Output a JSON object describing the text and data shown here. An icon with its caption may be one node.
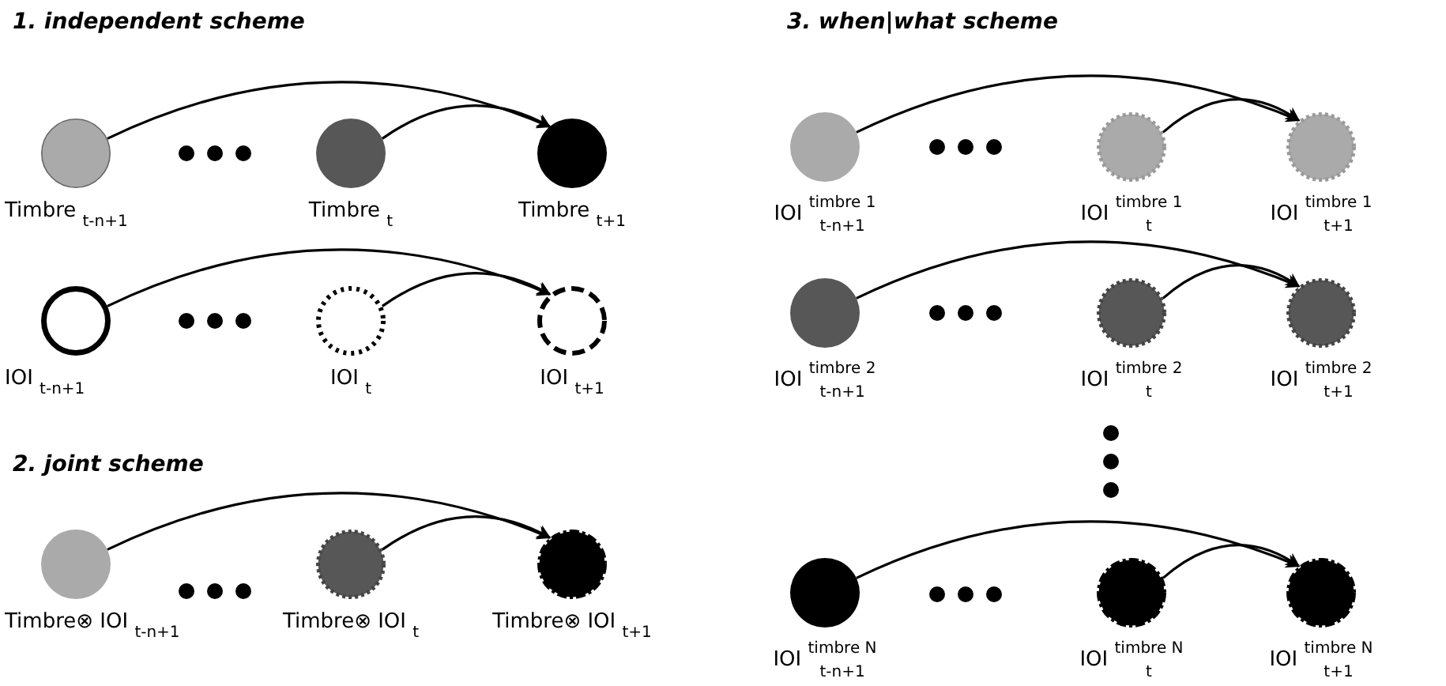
{
  "diagram": {
    "nodes": [
      {
        "text": [
          "Timbre $_{t-n+1}$"
        ]
      },
      {
        "text": [
          "Timbre $_{t}$"
        ]
      },
      {
        "text": [
          "Timbre $_{t+1}$"
        ]
      },
      {
        "text": [
          "IOI $_{t-n+1}$"
        ]
      },
      {
        "text": [
          "IOI $_{t}$"
        ]
      },
      {
        "text": [
          "IOI $_{t+1}$"
        ]
      },
      {
        "text": [
          "Timbre⊗ IOI $_{t-n+1}$"
        ]
      },
      {
        "text": [
          "Timbre⊗ IOI $_{t}$"
        ]
      },
      {
        "text": [
          "Timbre⊗ IOI $_{t+1}$"
        ]
      },
      {
        "text": [
          "IOI $^{timbre 1}$$_{t-n+1}$"
        ]
      },
      {
        "text": [
          "IOI $^{timbre 1}$$_{t}$"
        ]
      },
      {
        "text": [
          "IOI $^{timbre 1}$$_{t+1}$"
        ]
      },
      {
        "text": [
          "IOI $^{timbre 2}$$_{t-n+1}$"
        ]
      },
      {
        "text": [
          "IOI $^{timbre 2}$$_{t}$"
        ]
      },
      {
        "text": [
          "IOI $^{timbre 2}$$_{t+1}$"
        ]
      },
      {
        "text": [
          "IOI $^{timbre N}$$_{t-n+1}$"
        ]
      },
      {
        "text": [
          "IOI $^{timbre N}$$_{t}$"
        ]
      },
      {
        "text": [
          "IOI $^{timbre N}$$_{t+1}$"
        ]
      }
    ],
    "edges": [
      {
        "from": 0,
        "to": 2,
        "arrow": "to"
      },
      {
        "from": 1,
        "to": 2,
        "arrow": "to"
      },
      {
        "from": 3,
        "to": 5,
        "arrow": "to"
      },
      {
        "from": 4,
        "to": 5,
        "arrow": "to"
      },
      {
        "from": 6,
        "to": 8,
        "arrow": "to"
      },
      {
        "from": 7,
        "to": 8,
        "arrow": "to"
      },
      {
        "from": 9,
        "to": 11,
        "arrow": "to"
      },
      {
        "from": 10,
        "to": 11,
        "arrow": "to"
      },
      {
        "from": 12,
        "to": 14,
        "arrow": "to"
      },
      {
        "from": 13,
        "to": 14,
        "arrow": "to"
      },
      {
        "from": 15,
        "to": 17,
        "arrow": "to"
      },
      {
        "from": 16,
        "to": 17,
        "arrow": "to"
      }
    ],
    "labels": [
      "1. independent scheme",
      "3. when|what scheme",
      "2. joint scheme"
    ]
  }
}
